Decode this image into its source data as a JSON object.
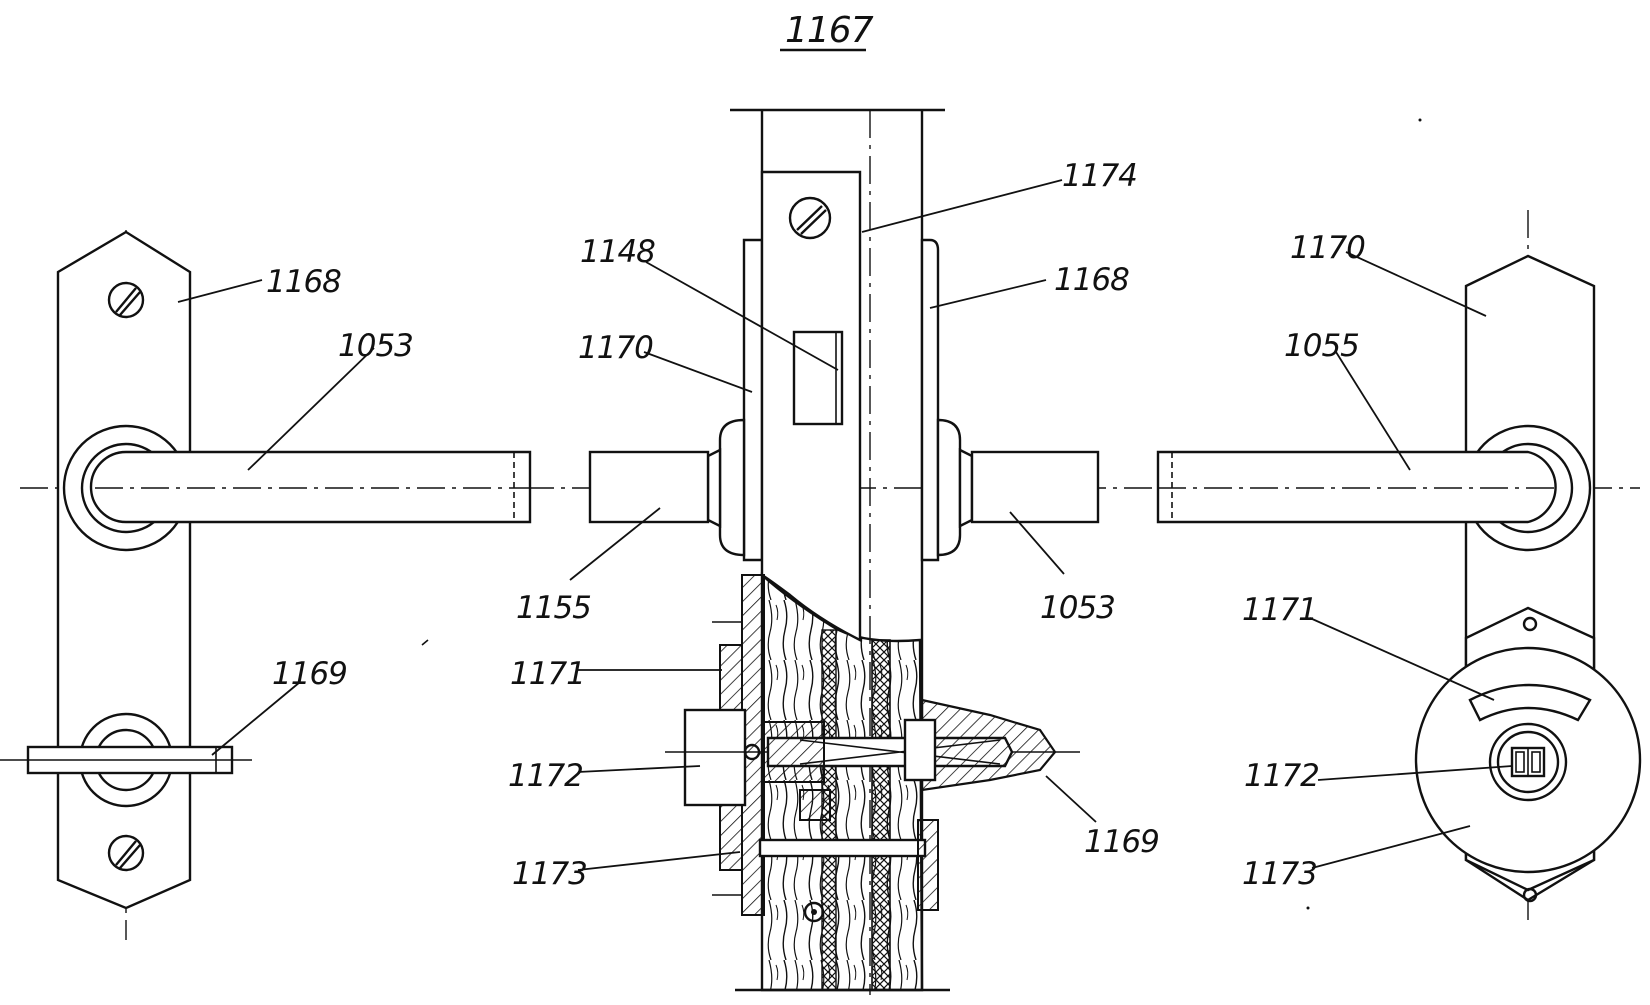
{
  "figure": {
    "number": "1167"
  },
  "callouts": {
    "left_plate": "1168",
    "left_handle": "1053",
    "left_bolt": "1169",
    "center_forend": "1174",
    "center_strike": "1148",
    "center_back_plate": "1170",
    "center_front_plate": "1168",
    "center_left_spindle": "1155",
    "center_right_spindle": "1053",
    "center_rose": "1171",
    "center_cylinder": "1172",
    "center_escutcheon": "1173",
    "center_screw": "1169",
    "right_plate": "1170",
    "right_handle": "1055",
    "right_rose": "1171",
    "right_cylinder": "1172",
    "right_escutcheon": "1173"
  }
}
